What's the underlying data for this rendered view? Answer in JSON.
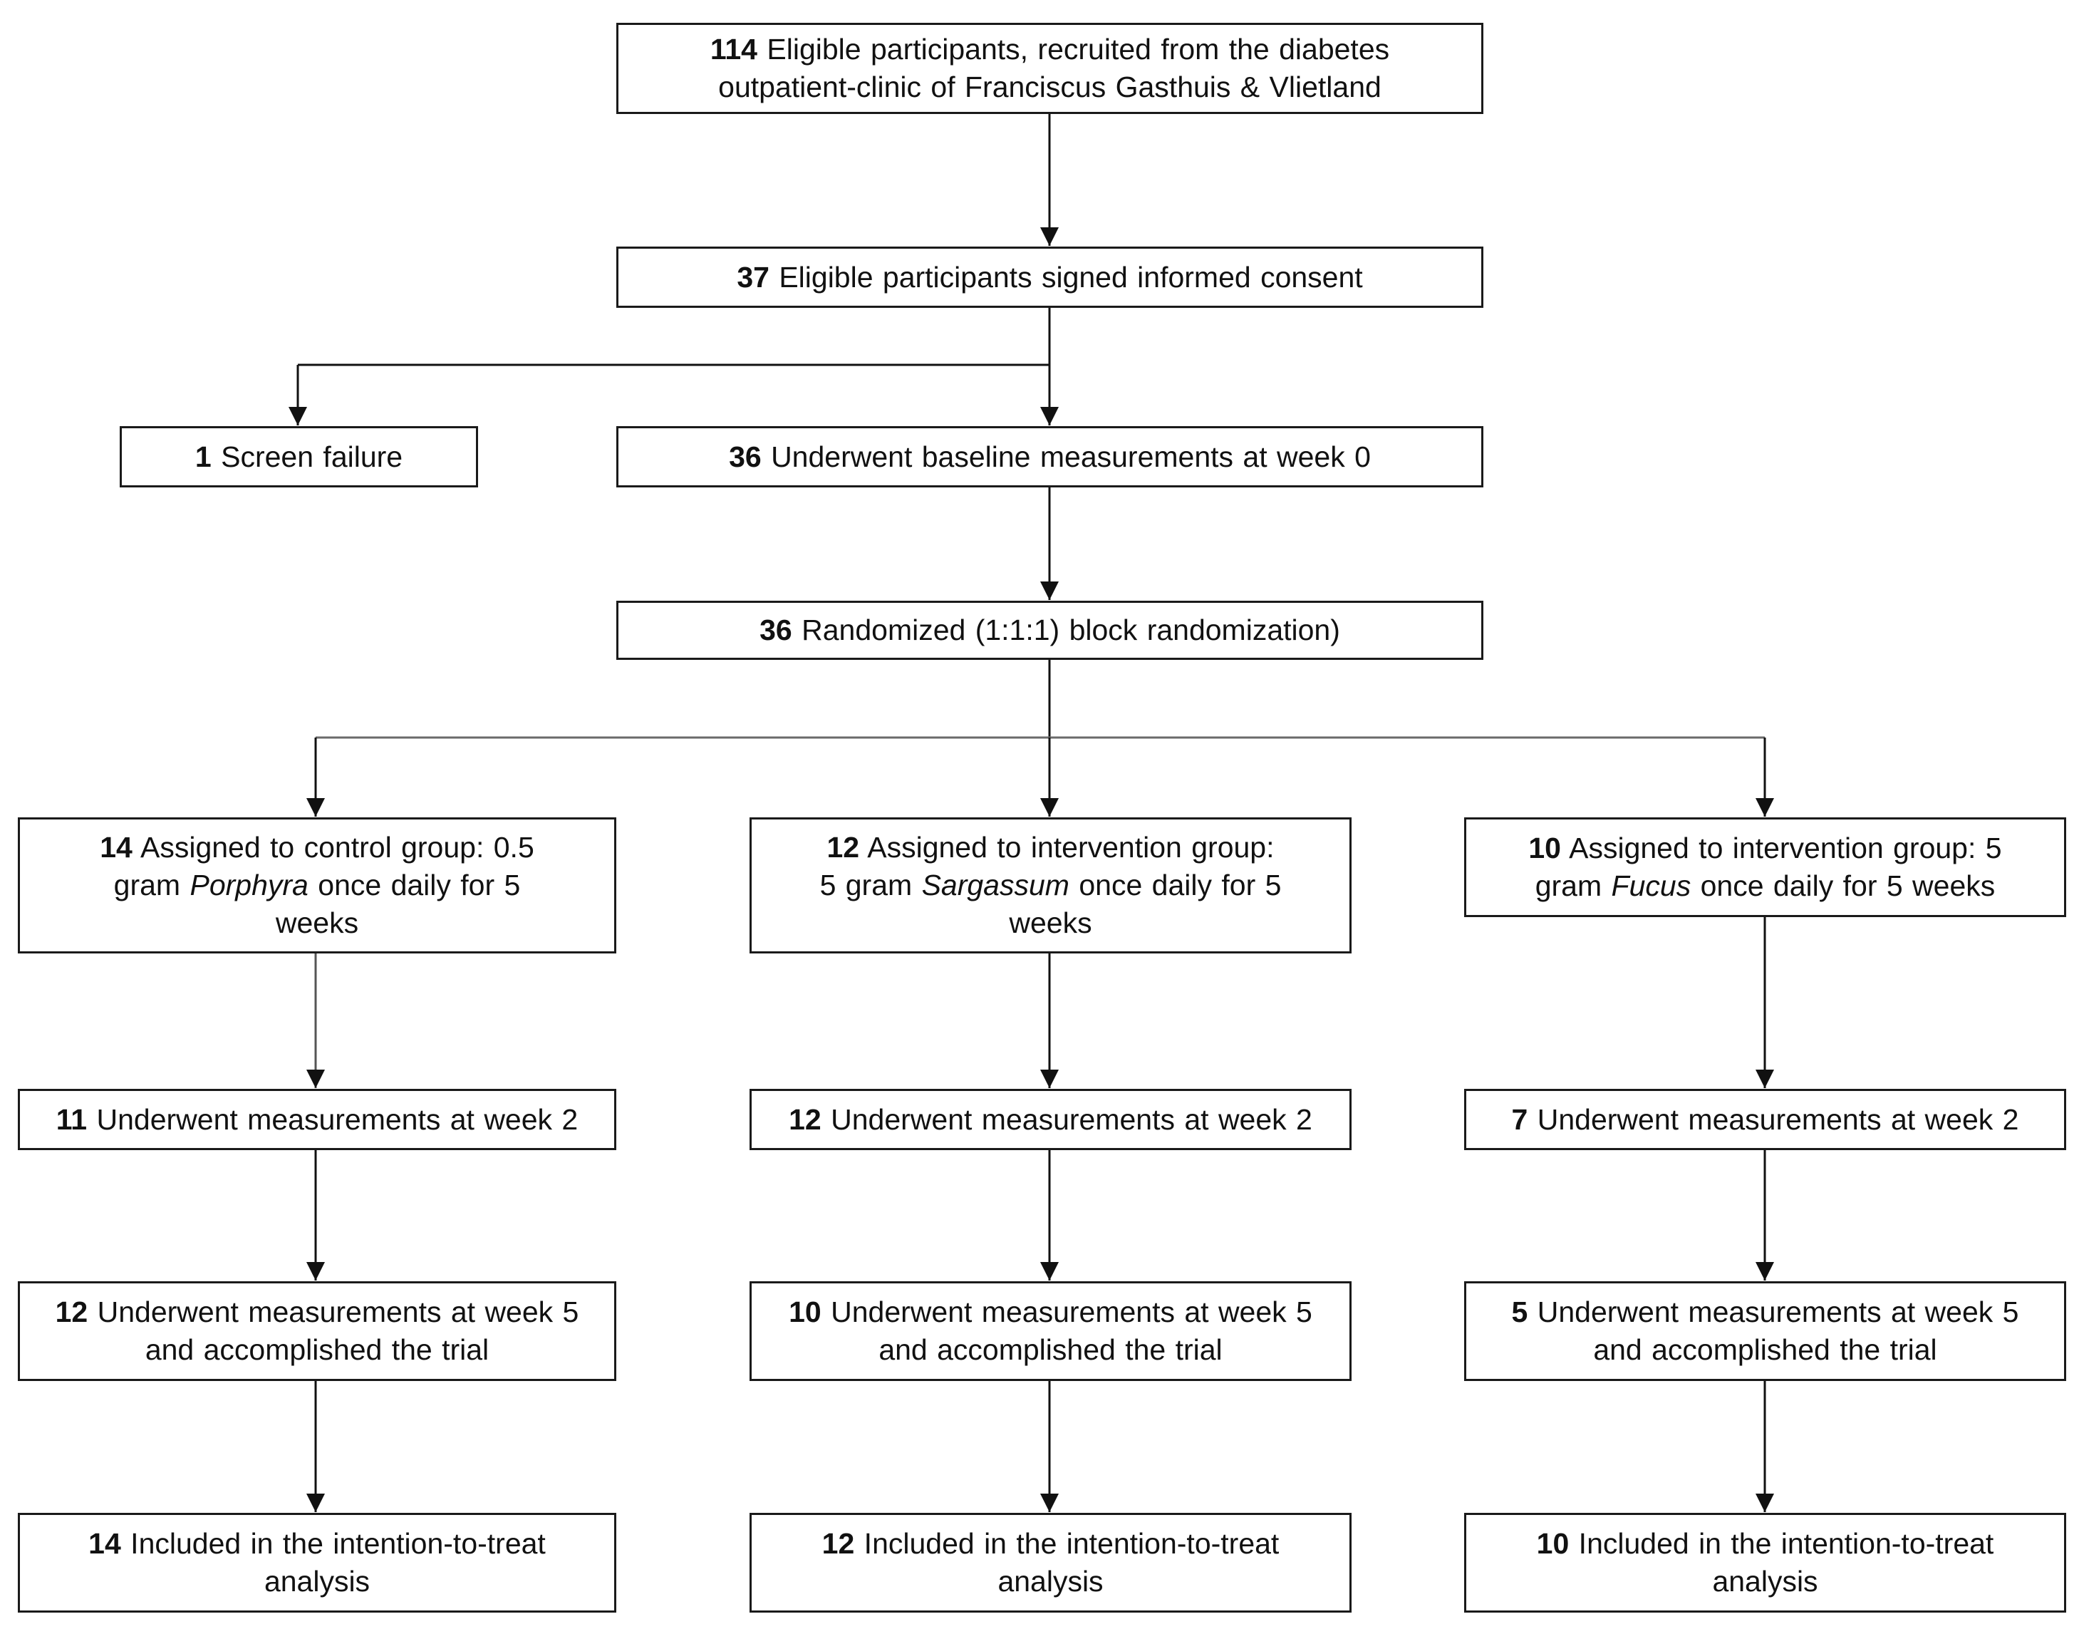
{
  "boxes": {
    "eligible": {
      "n": "114",
      "text": "Eligible participants, recruited from the diabetes outpatient-clinic of Franciscus Gasthuis & Vlietland"
    },
    "consent": {
      "n": "37",
      "text": "Eligible participants signed informed consent"
    },
    "screen_failure": {
      "n": "1",
      "text": "Screen failure"
    },
    "baseline": {
      "n": "36",
      "text": "Underwent baseline measurements at week 0"
    },
    "randomized": {
      "n": "36",
      "text": "Randomized (1:1:1) block randomization)"
    }
  },
  "arms": [
    {
      "assigned": {
        "n": "14",
        "text": "Assigned to control group:",
        "pre": "0.5 gram",
        "species": "Porphyra",
        "post": "once daily for 5 weeks"
      },
      "week2": {
        "n": "11",
        "text": "Underwent measurements at week 2"
      },
      "week5": {
        "n": "12",
        "text": "Underwent measurements at week 5 and accomplished the trial"
      },
      "itt": {
        "n": "14",
        "text": "Included in the intention-to-treat analysis"
      }
    },
    {
      "assigned": {
        "n": "12",
        "text": "Assigned to intervention group:",
        "pre": "5 gram",
        "species": "Sargassum",
        "post": "once daily for 5 weeks"
      },
      "week2": {
        "n": "12",
        "text": "Underwent measurements at week 2"
      },
      "week5": {
        "n": "10",
        "text": "Underwent measurements at week 5 and accomplished the trial"
      },
      "itt": {
        "n": "12",
        "text": "Included in the intention-to-treat analysis"
      }
    },
    {
      "assigned": {
        "n": "10",
        "text": "Assigned to intervention group:",
        "pre": "5 gram",
        "species": "Fucus",
        "post": "once daily for 5 weeks"
      },
      "week2": {
        "n": "7",
        "text": "Underwent measurements at week 2"
      },
      "week5": {
        "n": "5",
        "text": "Underwent measurements at week 5 and accomplished the trial"
      },
      "itt": {
        "n": "10",
        "text": "Included in the intention-to-treat analysis"
      }
    }
  ]
}
